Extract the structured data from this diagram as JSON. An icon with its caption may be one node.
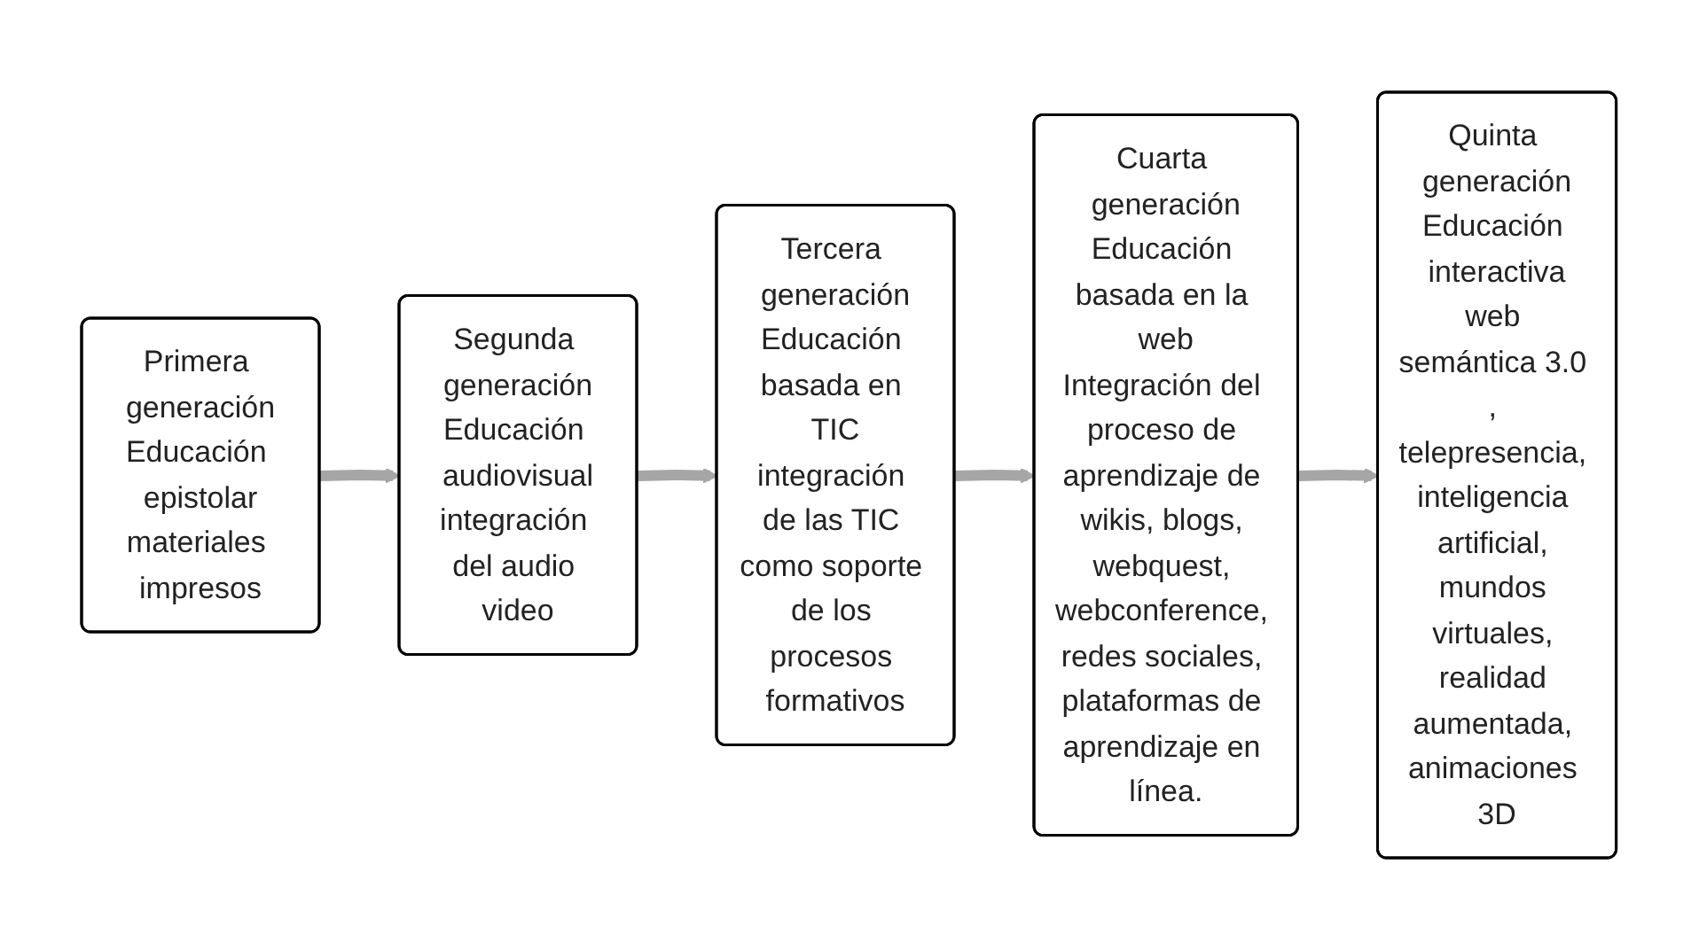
{
  "diagram": {
    "nodes": [
      {
        "text": [
          "Primera generación",
          "Educación epistolar",
          "materiales impresos"
        ]
      },
      {
        "text": [
          "Segunda generación",
          "Educación audiovisual",
          "integración del audio video"
        ]
      },
      {
        "text": [
          "Tercera generación",
          "Educación basada en TIC",
          "integración de las TIC como soporte de los procesos formativos"
        ]
      },
      {
        "text": [
          "Cuarta generación",
          "Educación basada en la web",
          "Integración del proceso de aprendizaje de wikis, blogs, webquest, webconference, redes sociales, plataformas de aprendizaje en línea."
        ]
      },
      {
        "text": [
          "Quinta generación",
          "Educación interactiva",
          "web semántica 3.0 , telepresencia, inteligencia artificial, mundos virtuales, realidad aumentada, animaciones 3D"
        ]
      }
    ],
    "edges": [
      {
        "from": 0,
        "to": 1,
        "arrow": "to"
      },
      {
        "from": 1,
        "to": 2,
        "arrow": "to"
      },
      {
        "from": 2,
        "to": 3,
        "arrow": "to"
      },
      {
        "from": 3,
        "to": 4,
        "arrow": "to"
      }
    ]
  }
}
